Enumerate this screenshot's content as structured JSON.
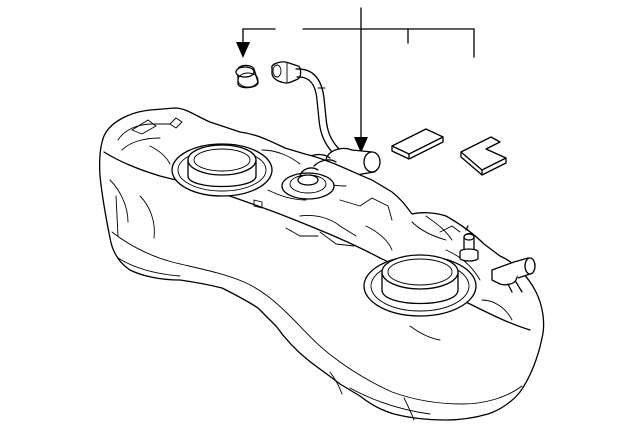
{
  "diagram": {
    "type": "exploded-parts-diagram",
    "background": "#ffffff",
    "line_color": "#000000",
    "parts": [
      "fuel-tank",
      "left-fuel-pump-opening",
      "right-fuel-pump-opening",
      "center-filler-neck-port",
      "cap",
      "vent-hose",
      "hose-connector",
      "pad-left",
      "pad-right",
      "valve-nipple",
      "side-connector"
    ],
    "callouts": {
      "leader_count": 4,
      "arrow_count": 2
    }
  }
}
